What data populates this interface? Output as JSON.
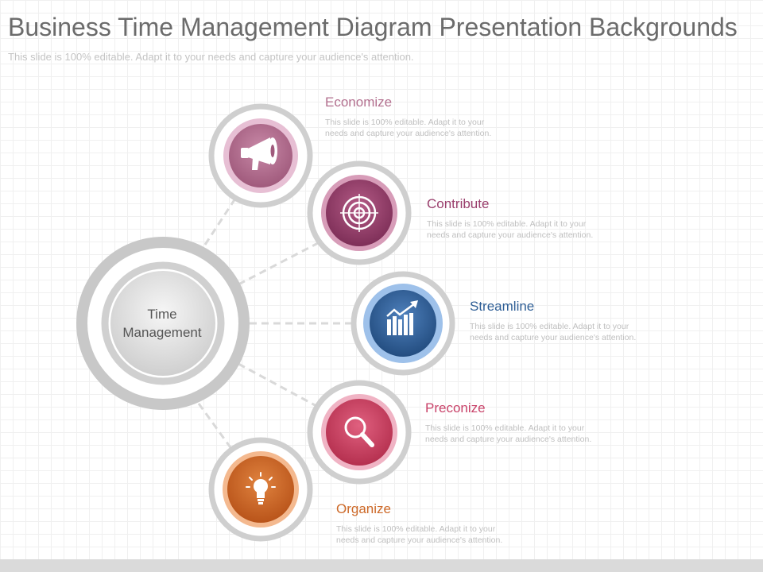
{
  "header": {
    "title": "Business Time Management Diagram Presentation Backgrounds",
    "subtitle": "This slide is 100% editable. Adapt it to your needs and capture your audience's attention."
  },
  "hub": {
    "line1": "Time",
    "line2": "Management"
  },
  "items": [
    {
      "heading": "Economize",
      "desc_line1": "This slide is 100% editable. Adapt it to your",
      "desc_line2": "needs and capture your audience's attention.",
      "color": "#b3708f",
      "icon": "megaphone-icon"
    },
    {
      "heading": "Contribute",
      "desc_line1": "This slide is 100% editable. Adapt it to your",
      "desc_line2": "needs and capture your audience's attention.",
      "color": "#9a3f6d",
      "icon": "target-icon"
    },
    {
      "heading": "Streamline",
      "desc_line1": "This slide is 100% editable. Adapt it to your",
      "desc_line2": "needs and capture your audience's attention.",
      "color": "#2f5f96",
      "icon": "bar-chart-growth-icon"
    },
    {
      "heading": "Preconize",
      "desc_line1": "This slide is 100% editable. Adapt it to your",
      "desc_line2": "needs and capture your audience's attention.",
      "color": "#c9436a",
      "icon": "magnifier-icon"
    },
    {
      "heading": "Organize",
      "desc_line1": "This slide is 100% editable. Adapt it to your",
      "desc_line2": "needs and capture your audience's attention.",
      "color": "#cd6928",
      "icon": "lightbulb-icon"
    }
  ]
}
